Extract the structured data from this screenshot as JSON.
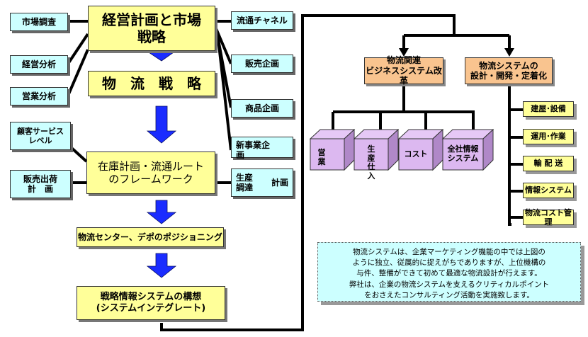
{
  "diagram": {
    "left_inputs": [
      {
        "id": "market-research",
        "label": "市場調査"
      },
      {
        "id": "management-analysis",
        "label": "経営分析"
      },
      {
        "id": "sales-analysis",
        "label": "営業分析"
      },
      {
        "id": "customer-service-level",
        "label": "顧客サービス\nレベル"
      },
      {
        "id": "sales-shipment-plan",
        "label": "販売出荷\n計　画"
      }
    ],
    "right_inputs": [
      {
        "id": "distribution-channel",
        "label": "流通チャネル"
      },
      {
        "id": "sales-planning",
        "label": "販売企画"
      },
      {
        "id": "product-planning",
        "label": "商品企画"
      },
      {
        "id": "new-business-planning",
        "label": "新事業企\n画"
      },
      {
        "id": "production-procurement-plan",
        "label_a": "生産\n調達",
        "label_b": "計画"
      }
    ],
    "main_flow": [
      {
        "id": "management-plan",
        "label": "経営計画と市場\n戦略"
      },
      {
        "id": "logistics-strategy",
        "label": "物　流　戦　略"
      },
      {
        "id": "inventory-framework",
        "label": "在庫計画・流通ルート\nのフレームワーク"
      },
      {
        "id": "center-positioning",
        "label": "物流センター、デポのポジショニング"
      },
      {
        "id": "info-system-concept",
        "label": "戦略情報システムの構想\n(システムインテグレート)"
      }
    ],
    "branches": [
      {
        "id": "business-reform",
        "label": "物流関連\nビジネスシステム改革"
      },
      {
        "id": "system-design",
        "label": "物流システムの\n設計・開発・定着化"
      }
    ],
    "cubes": [
      {
        "id": "sales",
        "label": "営\n業"
      },
      {
        "id": "production",
        "label": "生\n産\n仕\n入"
      },
      {
        "id": "cost",
        "label": "コスト"
      },
      {
        "id": "enterprise-info",
        "label": "全社情報\nシステム"
      }
    ],
    "system_items": [
      {
        "id": "building-equipment",
        "label": "建屋･設備"
      },
      {
        "id": "operations-work",
        "label": "運用･作業"
      },
      {
        "id": "transport",
        "label": "輸 配 送"
      },
      {
        "id": "info-system",
        "label": "情報システム"
      },
      {
        "id": "cost-management",
        "label": "物流コスト管理"
      }
    ],
    "note": "物流システムは、企業マーケティング機能の中では上図の\nように独立、従属的に捉えがちでありますが、上位機構の\n与件、整備ができて初めて最適な物流設計が行えます。\n弊社は、企業の物流システムを支えるクリティカルポイント\nをおさえたコンサルティング活動を実施致します。"
  },
  "colors": {
    "input_box": "#ccffff",
    "main_box": "#ffff99",
    "branch_box": "#f9c48f",
    "cube": "#dcb8f0",
    "arrow": "#1a2cff",
    "connector": "#000000"
  }
}
